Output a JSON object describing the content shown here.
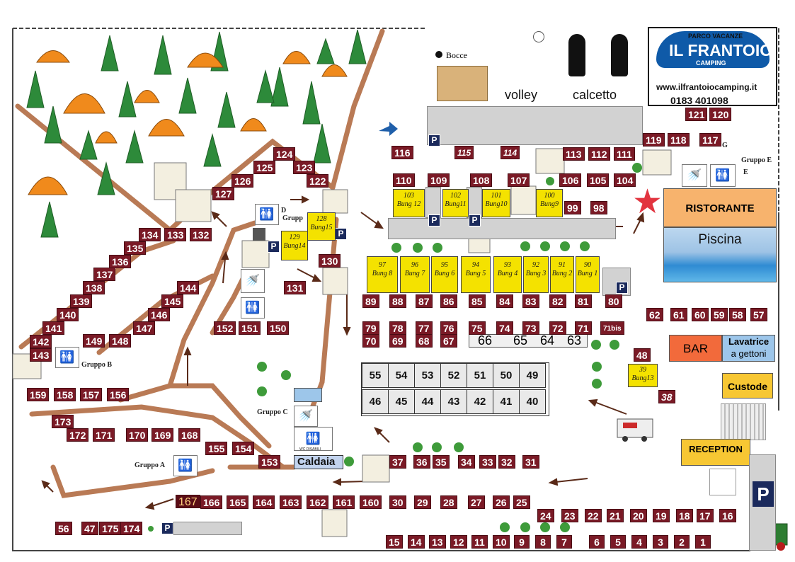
{
  "header": {
    "brand_arc": "PARCO VACANZE",
    "brand_name": "IL FRANTOIO",
    "brand_sub": "CAMPING",
    "website": "www.ilfrantoiocamping.it",
    "phone": "0183 401098"
  },
  "sports": {
    "bocce": "Bocce",
    "volley": "volley",
    "calcetto": "calcetto"
  },
  "facilities": {
    "ristorante": "RISTORANTE",
    "piscina": "Piscina",
    "bar": "BAR",
    "lavatrice": "Lavatrice",
    "a_gettoni": "a gettoni",
    "custode": "Custode",
    "reception": "RECEPTION",
    "caldaia": "Caldaia",
    "parking": "P",
    "wc_sign": "WC DISABILI"
  },
  "groups": {
    "a": "Gruppo A",
    "b": "Gruppo B",
    "c": "Gruppo C",
    "d_letter": "D",
    "d_word": "Grupp",
    "e_word": "Gruppo E",
    "e_letter": "E",
    "g": "G"
  },
  "colors": {
    "pitch": "#7a1a26",
    "bungalow": "#f4e200",
    "path": "#b97a55",
    "restaurant": "#f7b36d",
    "bar": "#f26a3b",
    "lavatrice": "#9dc6ea",
    "custode": "#f7c733",
    "parking": "#1b2a5c",
    "star": "#e2343f",
    "tree": "#2d8a3a",
    "tent": "#f08a1c"
  },
  "bungalows": [
    {
      "num": "103",
      "name": "Bung 12"
    },
    {
      "num": "102",
      "name": "Bung11"
    },
    {
      "num": "101",
      "name": "Bung10"
    },
    {
      "num": "100",
      "name": "Bung9"
    },
    {
      "num": "128",
      "name": "Bung15"
    },
    {
      "num": "129",
      "name": "Bung14"
    },
    {
      "num": "97",
      "name": "Bung 8"
    },
    {
      "num": "96",
      "name": "Bung 7"
    },
    {
      "num": "95",
      "name": "Bung 6"
    },
    {
      "num": "94",
      "name": "Bung 5"
    },
    {
      "num": "93",
      "name": "Bung 4"
    },
    {
      "num": "92",
      "name": "Bung 3"
    },
    {
      "num": "91",
      "name": "Bung 2"
    },
    {
      "num": "90",
      "name": "Bung 1"
    },
    {
      "num": "39",
      "name": "Bung13"
    }
  ],
  "grid_top": [
    "55",
    "54",
    "53",
    "52",
    "51",
    "50",
    "49"
  ],
  "grid_bottom": [
    "46",
    "45",
    "44",
    "43",
    "42",
    "41",
    "40"
  ],
  "row_66": [
    "66",
    "65",
    "64",
    "63"
  ],
  "pitches": [
    "121",
    "120",
    "119",
    "118",
    "117",
    "116",
    "115",
    "114",
    "113",
    "112",
    "111",
    "110",
    "109",
    "108",
    "107",
    "106",
    "105",
    "104",
    "99",
    "98",
    "124",
    "125",
    "123",
    "126",
    "122",
    "127",
    "134",
    "133",
    "132",
    "135",
    "136",
    "137",
    "138",
    "139",
    "140",
    "141",
    "142",
    "143",
    "130",
    "131",
    "89",
    "88",
    "87",
    "86",
    "85",
    "84",
    "83",
    "82",
    "81",
    "80",
    "62",
    "61",
    "60",
    "59",
    "58",
    "57",
    "144",
    "145",
    "146",
    "147",
    "148",
    "149",
    "152",
    "151",
    "150",
    "79",
    "78",
    "77",
    "76",
    "75",
    "74",
    "73",
    "72",
    "71",
    "71bis",
    "70",
    "69",
    "68",
    "67",
    "48",
    "38",
    "159",
    "158",
    "157",
    "156",
    "173",
    "172",
    "171",
    "170",
    "169",
    "168",
    "155",
    "154",
    "153",
    "37",
    "36",
    "35",
    "34",
    "33",
    "32",
    "31",
    "167",
    "166",
    "165",
    "164",
    "163",
    "162",
    "161",
    "160",
    "30",
    "29",
    "28",
    "27",
    "26",
    "25",
    "24",
    "23",
    "22",
    "21",
    "20",
    "19",
    "18",
    "17",
    "16",
    "56",
    "47",
    "175",
    "174",
    "15",
    "14",
    "13",
    "12",
    "11",
    "10",
    "9",
    "8",
    "7",
    "6",
    "5",
    "4",
    "3",
    "2",
    "1"
  ]
}
